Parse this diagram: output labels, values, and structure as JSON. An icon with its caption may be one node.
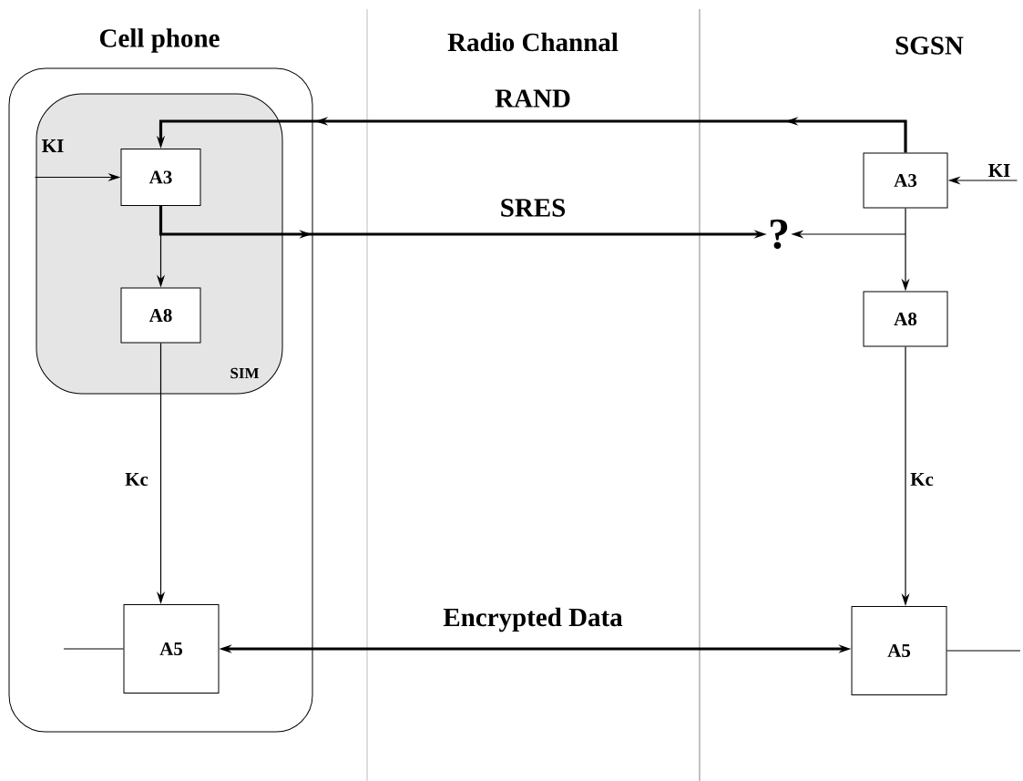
{
  "diagram": {
    "nodes": [
      {
        "text": [
          "Cell phone"
        ]
      },
      {
        "text": [
          "SIM"
        ],
        "in": 0
      },
      {
        "text": [
          "A3"
        ],
        "in": 1
      },
      {
        "text": [
          "A8"
        ],
        "in": 1
      },
      {
        "text": [
          "A5"
        ],
        "in": 0
      },
      {
        "text": [
          "KI"
        ],
        "in": 1
      },
      {
        "text": [
          "A3"
        ]
      },
      {
        "text": [
          "A8"
        ]
      },
      {
        "text": [
          "A5"
        ]
      },
      {
        "text": [
          "KI"
        ]
      },
      {
        "text": [
          "?"
        ]
      }
    ],
    "edges": [
      {
        "from": 6,
        "to": 2,
        "arrow": "to",
        "label": "RAND",
        "style": "thick"
      },
      {
        "from": 2,
        "to": 10,
        "arrow": "to",
        "label": "SRES",
        "style": "thick"
      },
      {
        "from": 6,
        "to": 10,
        "arrow": "to"
      },
      {
        "from": 2,
        "to": 3,
        "arrow": "to"
      },
      {
        "from": 3,
        "to": 4,
        "arrow": "to",
        "label": "Kc"
      },
      {
        "from": 5,
        "to": 2,
        "arrow": "to"
      },
      {
        "from": 9,
        "to": 6,
        "arrow": "to"
      },
      {
        "from": 6,
        "to": 7,
        "arrow": "to"
      },
      {
        "from": 7,
        "to": 8,
        "arrow": "to",
        "label": "Kc"
      },
      {
        "from": 4,
        "to": 8,
        "arrow": "both",
        "label": "Encrypted Data",
        "style": "thick"
      }
    ],
    "labels": [
      "Radio Channal",
      "SGSN"
    ]
  }
}
